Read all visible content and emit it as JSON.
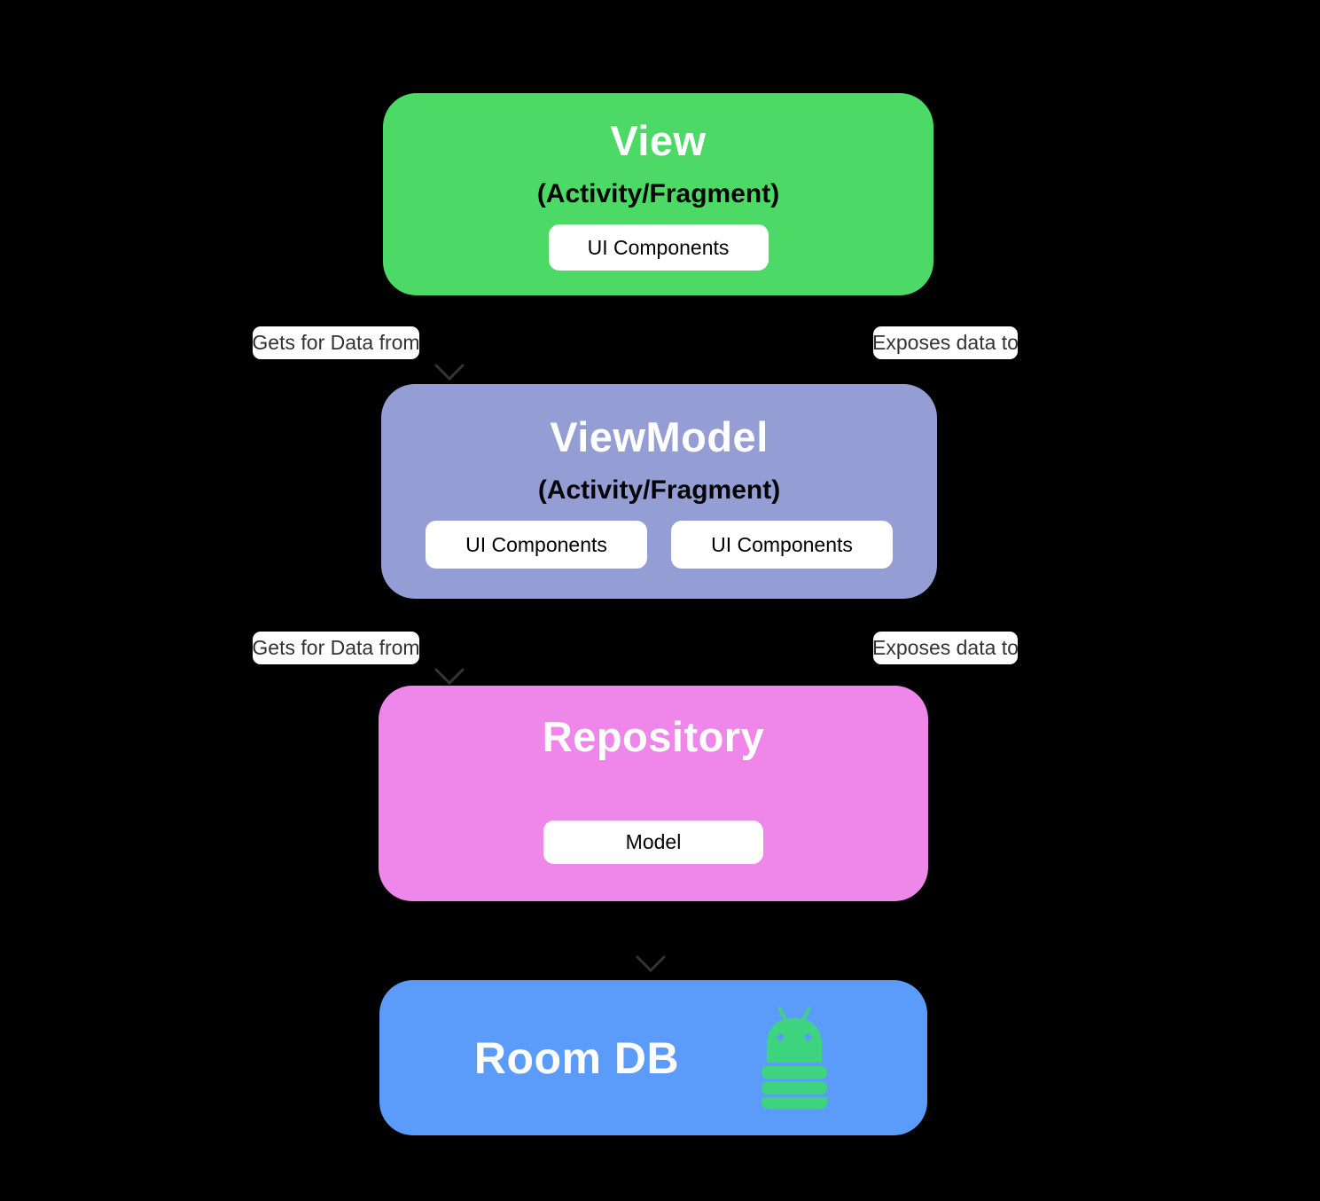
{
  "diagram": {
    "background_color": "#000000",
    "arrow_color": "#343434",
    "boxes": [
      {
        "title": "View",
        "subtitle": "(Activity/Fragment)",
        "chips": [
          "UI Components"
        ],
        "color": "#4CD966"
      },
      {
        "title": "ViewModel",
        "subtitle": "(Activity/Fragment)",
        "chips": [
          "UI Components",
          "UI Components"
        ],
        "color": "#949DD4"
      },
      {
        "title": "Repository",
        "chips": [
          "Model"
        ],
        "color": "#EF86E9"
      },
      {
        "title": "Room DB",
        "color": "#5B9BFA",
        "icon": "android-db-icon",
        "icon_color": "#3ED47F"
      }
    ],
    "connectors": [
      {
        "left_label": "Gets for Data from",
        "right_label": "Exposes data to"
      },
      {
        "left_label": "Gets for Data from",
        "right_label": "Exposes data to"
      }
    ]
  }
}
